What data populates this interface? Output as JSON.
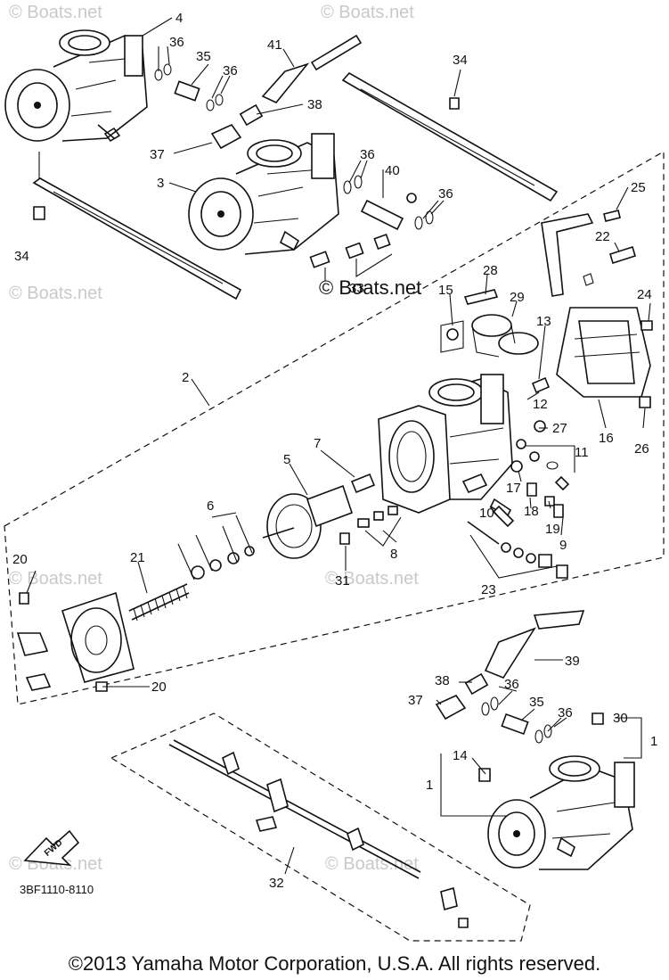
{
  "watermark": "© Boats.net",
  "watermark_center": "© Boats.net",
  "diagram_code": "3BF1110-8110",
  "fwd_label": "FWD",
  "copyright": "©2013 Yamaha Motor Corporation, U.S.A. All rights reserved.",
  "callouts": {
    "c1": "1",
    "c2": "2",
    "c3": "3",
    "c4": "4",
    "c5": "5",
    "c6": "6",
    "c7": "7",
    "c8": "8",
    "c9": "9",
    "c10": "10",
    "c11": "11",
    "c12": "12",
    "c13": "13",
    "c14": "14",
    "c15": "15",
    "c16": "16",
    "c17": "17",
    "c18": "18",
    "c19": "19",
    "c20": "20",
    "c21": "21",
    "c22": "22",
    "c23": "23",
    "c24": "24",
    "c25": "25",
    "c26": "26",
    "c27": "27",
    "c28": "28",
    "c29": "29",
    "c30": "30",
    "c31": "31",
    "c32": "32",
    "c33": "33",
    "c34": "34",
    "c35": "35",
    "c36": "36",
    "c37": "37",
    "c38": "38",
    "c39": "39",
    "c40": "40",
    "c41": "41"
  }
}
